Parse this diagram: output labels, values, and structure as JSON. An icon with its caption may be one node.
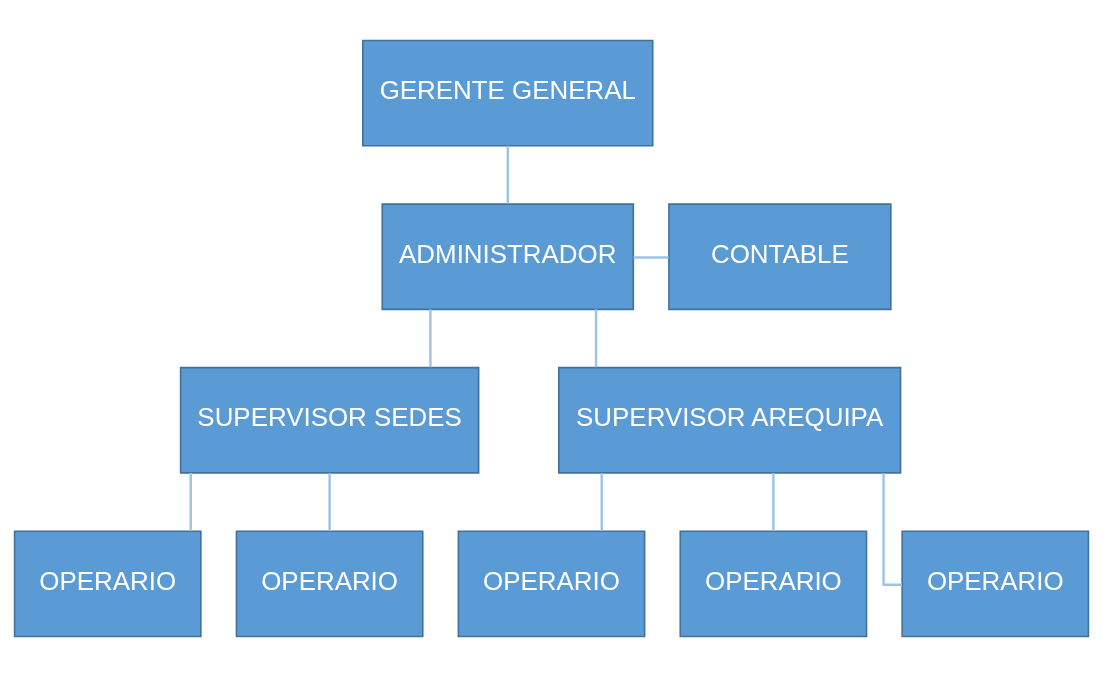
{
  "diagram": {
    "nodes": [
      {
        "text": [
          "GERENTE GENERAL"
        ]
      },
      {
        "text": [
          "ADMINISTRADOR"
        ]
      },
      {
        "text": [
          "CONTABLE"
        ]
      },
      {
        "text": [
          "SUPERVISOR SEDES"
        ]
      },
      {
        "text": [
          "SUPERVISOR AREQUIPA"
        ]
      },
      {
        "text": [
          "OPERARIO"
        ]
      },
      {
        "text": [
          "OPERARIO"
        ]
      },
      {
        "text": [
          "OPERARIO"
        ]
      },
      {
        "text": [
          "OPERARIO"
        ]
      },
      {
        "text": [
          "OPERARIO"
        ]
      }
    ],
    "edges": [
      {
        "from": 0,
        "to": 1,
        "arrow": "none"
      },
      {
        "from": 1,
        "to": 2,
        "arrow": "none"
      },
      {
        "from": 1,
        "to": 3,
        "arrow": "none"
      },
      {
        "from": 1,
        "to": 4,
        "arrow": "none"
      },
      {
        "from": 3,
        "to": 5,
        "arrow": "none"
      },
      {
        "from": 3,
        "to": 6,
        "arrow": "none"
      },
      {
        "from": 4,
        "to": 7,
        "arrow": "none"
      },
      {
        "from": 4,
        "to": 8,
        "arrow": "none"
      },
      {
        "from": 4,
        "to": 9,
        "arrow": "none"
      }
    ]
  }
}
